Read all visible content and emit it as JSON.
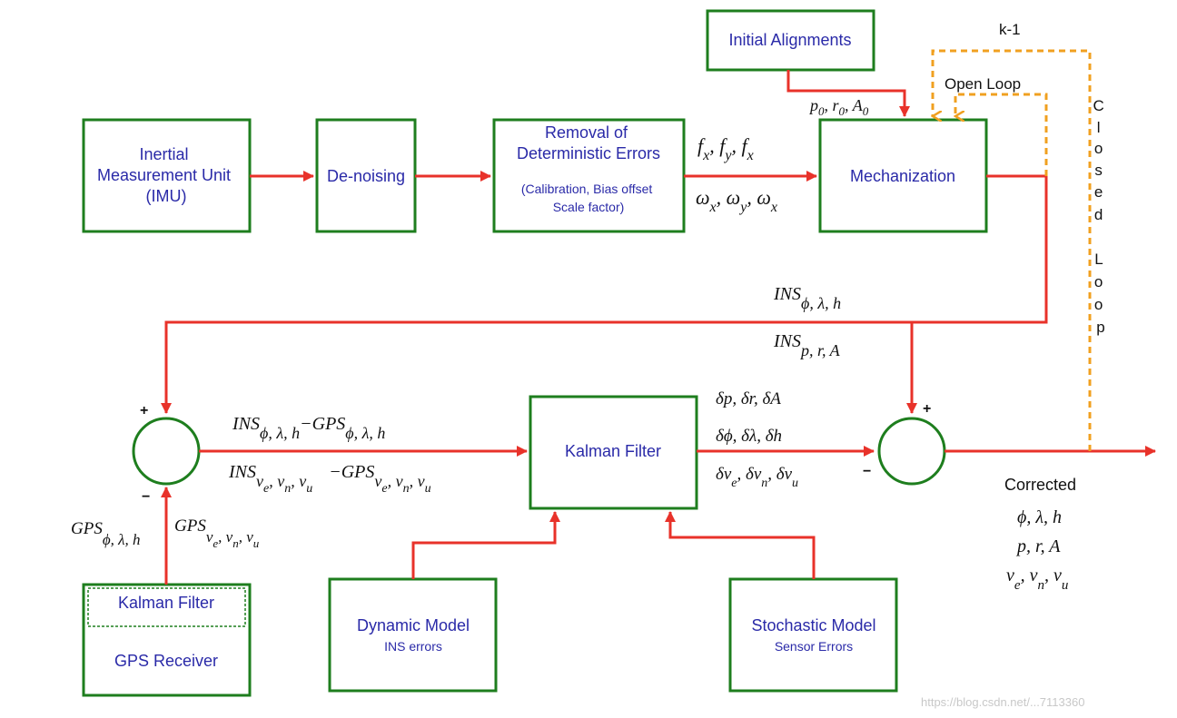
{
  "boxes": {
    "imu": [
      "Inertial",
      "Measurement Unit",
      "(IMU)"
    ],
    "denoise": "De-noising",
    "removal_title": [
      "Removal of",
      "Deterministic Errors"
    ],
    "removal_sub": [
      "(Calibration, Bias offset",
      "Scale factor)"
    ],
    "initial": "Initial Alignments",
    "mech": "Mechanization",
    "kalman": "Kalman Filter",
    "gps_kalman": "Kalman Filter",
    "gps_receiver": "GPS Receiver",
    "dynamic_title": "Dynamic Model",
    "dynamic_sub": "INS errors",
    "stochastic_title": "Stochastic Model",
    "stochastic_sub": "Sensor Errors"
  },
  "labels": {
    "k1": "k-1",
    "open_loop": "Open Loop",
    "closed_loop": [
      "C",
      "l",
      "o",
      "s",
      "e",
      "d",
      "",
      "L",
      "o",
      "o",
      "p"
    ],
    "corrected": "Corrected",
    "plus": "+",
    "minus": "−"
  },
  "math": {
    "init": {
      "p": "p",
      "p0": "0",
      "r": "r",
      "r0": "0",
      "A": "A",
      "A0": "0"
    },
    "f": {
      "f": "f",
      "x": "x",
      "y": "y",
      "x2": "x"
    },
    "w": {
      "w": "ω",
      "x": "x",
      "y": "y",
      "x2": "x"
    },
    "ins_pos": {
      "base": "INS",
      "sub": "ϕ, λ, h"
    },
    "ins_att": {
      "base": "INS",
      "sub": "p, r, A"
    },
    "diff_pos": {
      "a": "INS",
      "asub": "ϕ, λ, h",
      "minus": "−",
      "b": "GPS",
      "bsub": "ϕ, λ, h"
    },
    "diff_vel": {
      "a": "INS",
      "asub": "v",
      "e": "e",
      "n": "n",
      "u": "u",
      "minus": "−",
      "b": "GPS"
    },
    "delta1": "δp, δr, δA",
    "delta2": "δϕ, δλ, δh",
    "delta3": {
      "a": "δv",
      "e": "e",
      "b": ", δv",
      "n": "n",
      "c": ", δv",
      "u": "u"
    },
    "gps_pos": {
      "base": "GPS",
      "sub": "ϕ, λ, h"
    },
    "gps_vel": {
      "base": "GPS",
      "sub": "v"
    },
    "corr1": "ϕ, λ, h",
    "corr2": "p, r, A",
    "corr3": {
      "v": "v",
      "e": "e",
      "n": "n",
      "u": "u"
    }
  },
  "watermark": "https://blog.csdn.net/...7113360"
}
